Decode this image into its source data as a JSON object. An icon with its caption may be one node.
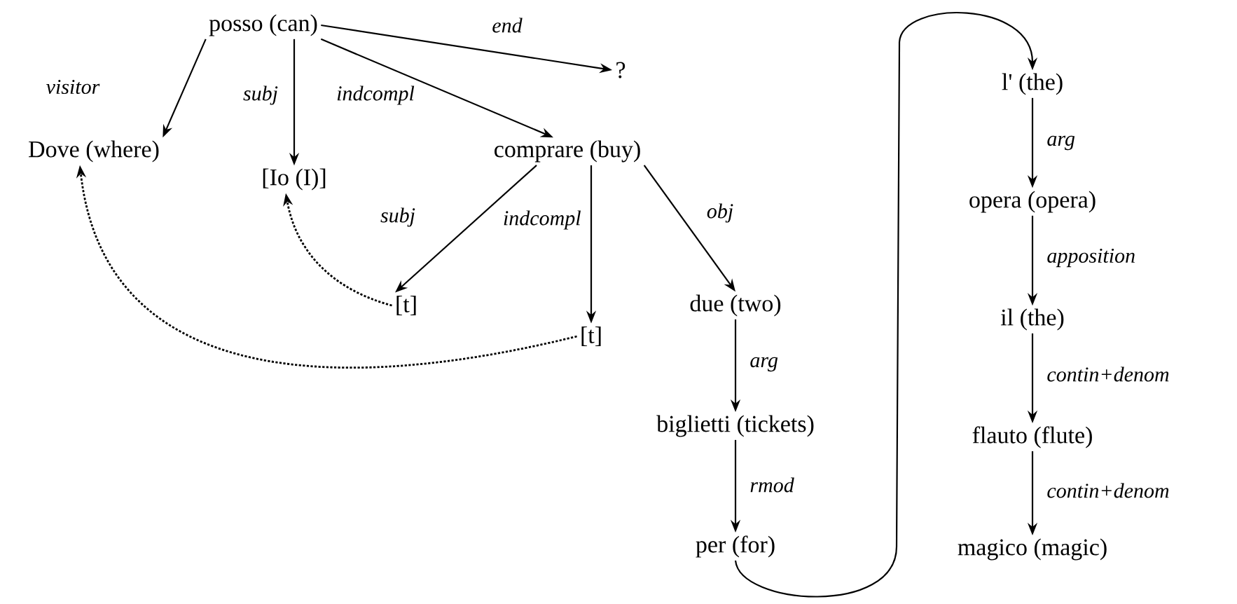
{
  "diagram": {
    "nodes": [
      {
        "text": [
          "posso (can)"
        ]
      },
      {
        "text": [
          "?"
        ]
      },
      {
        "text": [
          "Dove (where)"
        ]
      },
      {
        "text": [
          "[Io (I)]"
        ]
      },
      {
        "text": [
          "comprare (buy)"
        ]
      },
      {
        "text": [
          "[t]"
        ]
      },
      {
        "text": [
          "[t]"
        ]
      },
      {
        "text": [
          "due (two)"
        ]
      },
      {
        "text": [
          "biglietti (tickets)"
        ]
      },
      {
        "text": [
          "per (for)"
        ]
      },
      {
        "text": [
          "l' (the)"
        ]
      },
      {
        "text": [
          "opera (opera)"
        ]
      },
      {
        "text": [
          "il (the)"
        ]
      },
      {
        "text": [
          "flauto (flute)"
        ]
      },
      {
        "text": [
          "magico (magic)"
        ]
      }
    ],
    "edges": [
      {
        "from": 0,
        "to": 2,
        "arrow": "to",
        "label": "visitor"
      },
      {
        "from": 0,
        "to": 3,
        "arrow": "to",
        "label": "subj"
      },
      {
        "from": 0,
        "to": 4,
        "arrow": "to",
        "label": "indcompl"
      },
      {
        "from": 0,
        "to": 1,
        "arrow": "to",
        "label": "end"
      },
      {
        "from": 4,
        "to": 5,
        "arrow": "to",
        "label": "subj"
      },
      {
        "from": 4,
        "to": 6,
        "arrow": "to",
        "label": "indcompl"
      },
      {
        "from": 4,
        "to": 7,
        "arrow": "to",
        "label": "obj"
      },
      {
        "from": 5,
        "to": 3,
        "arrow": "to",
        "style": "dashed"
      },
      {
        "from": 6,
        "to": 2,
        "arrow": "to",
        "style": "dashed"
      },
      {
        "from": 7,
        "to": 8,
        "arrow": "to",
        "label": "arg"
      },
      {
        "from": 8,
        "to": 9,
        "arrow": "to",
        "label": "rmod"
      },
      {
        "from": 9,
        "to": 10,
        "arrow": "to"
      },
      {
        "from": 10,
        "to": 11,
        "arrow": "to",
        "label": "arg"
      },
      {
        "from": 11,
        "to": 12,
        "arrow": "to",
        "label": "apposition"
      },
      {
        "from": 12,
        "to": 13,
        "arrow": "to",
        "label": "contin+denom"
      },
      {
        "from": 13,
        "to": 14,
        "arrow": "to",
        "label": "contin+denom"
      }
    ]
  }
}
